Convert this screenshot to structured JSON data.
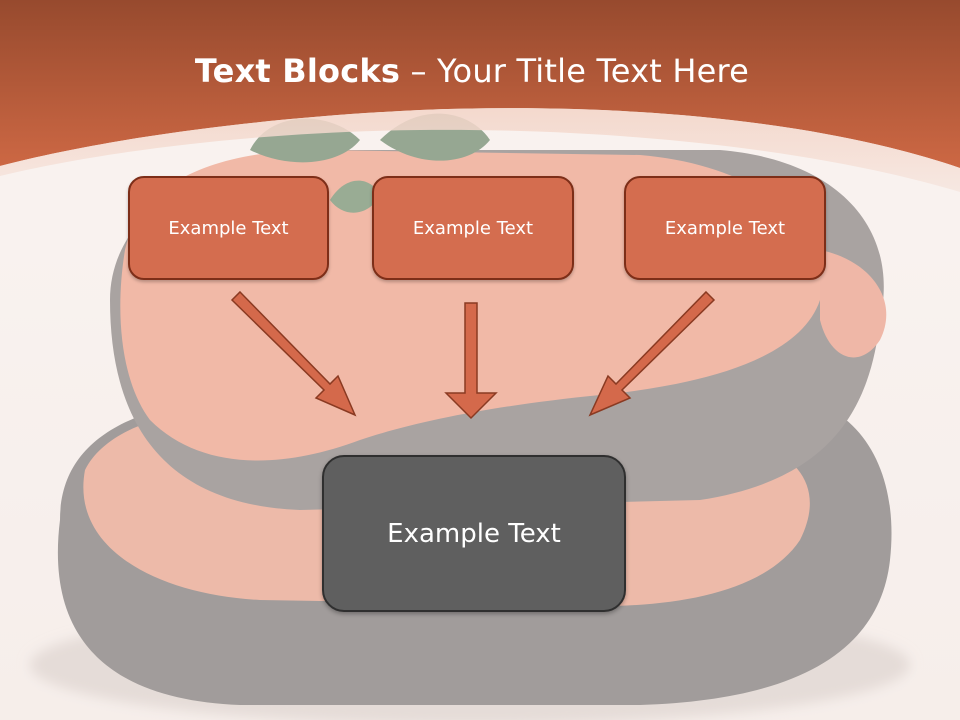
{
  "title": {
    "bold": "Text Blocks",
    "rest": " – Your Title Text Here"
  },
  "blocks": [
    {
      "label": "Example Text"
    },
    {
      "label": "Example Text"
    },
    {
      "label": "Example Text"
    }
  ],
  "target": {
    "label": "Example Text"
  },
  "colors": {
    "header": "#c75f3f",
    "box_fill": "#d46d4f",
    "box_border": "#7d2e18",
    "target_fill": "#5f5f5f",
    "arrow": "#d4694b"
  }
}
